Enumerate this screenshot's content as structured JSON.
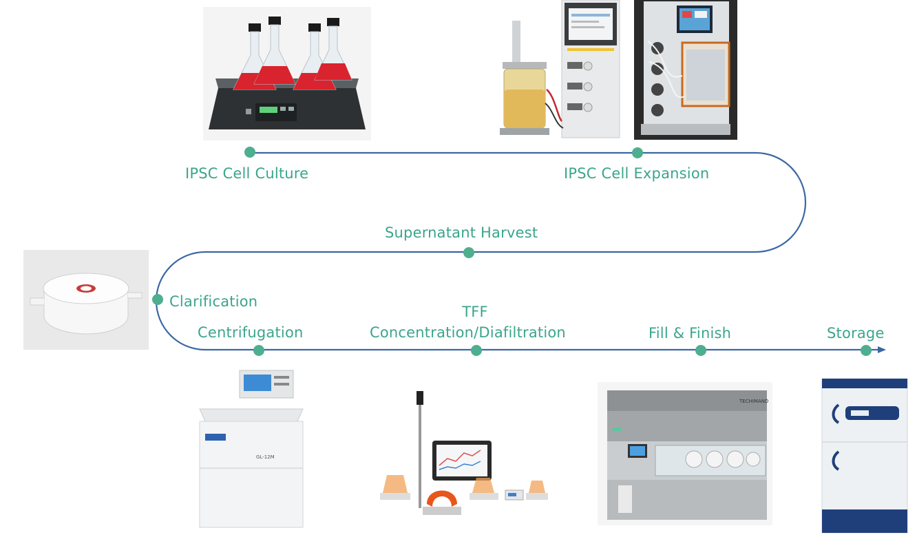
{
  "colors": {
    "path_line": "#3b67a3",
    "node_dot": "#4eae90",
    "label_text": "#3aa58a"
  },
  "stages": [
    {
      "id": "ipsc-cell-culture",
      "label": "IPSC Cell Culture"
    },
    {
      "id": "ipsc-cell-expansion",
      "label": "IPSC Cell Expansion"
    },
    {
      "id": "supernatant-harvest",
      "label": "Supernatant Harvest"
    },
    {
      "id": "clarification",
      "label": "Clarification"
    },
    {
      "id": "centrifugation",
      "label": "Centrifugation"
    },
    {
      "id": "tff",
      "label_line1": "TFF",
      "label_line2": "Concentration/Diafiltration"
    },
    {
      "id": "fill-finish",
      "label": "Fill & Finish"
    },
    {
      "id": "storage",
      "label": "Storage"
    }
  ],
  "equipment": [
    {
      "id": "shaker-flasks",
      "icon": "orbital-shaker-with-flasks"
    },
    {
      "id": "bioreactor",
      "icon": "benchtop-bioreactor"
    },
    {
      "id": "cell-expansion-system",
      "icon": "automated-cell-expansion-system"
    },
    {
      "id": "filter-capsule",
      "icon": "depth-filter-capsule"
    },
    {
      "id": "centrifuge",
      "icon": "floor-centrifuge",
      "brand_text": "GL-12M"
    },
    {
      "id": "tff-system",
      "icon": "tff-system"
    },
    {
      "id": "isolator",
      "icon": "aseptic-filling-isolator",
      "brand_text": "TECHIMAND"
    },
    {
      "id": "freezer",
      "icon": "ultra-low-freezer"
    }
  ]
}
